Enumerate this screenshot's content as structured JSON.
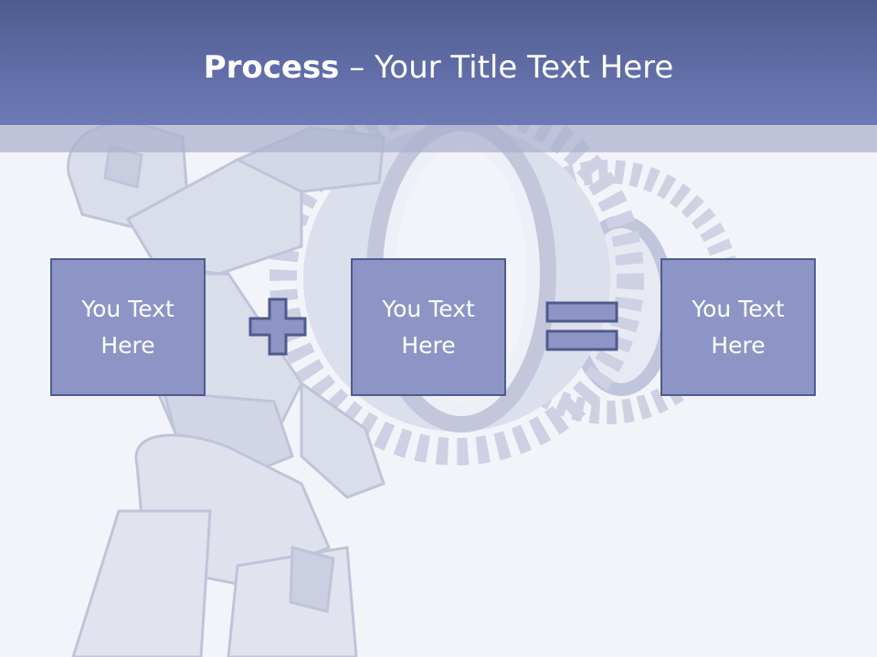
{
  "slide": {
    "title_bold": "Process",
    "title_rest": " – Your Title Text Here"
  },
  "process": {
    "boxes": [
      {
        "text": "You Text Here"
      },
      {
        "text": "You Text Here"
      },
      {
        "text": "You Text Here"
      }
    ],
    "operators": [
      "plus-icon",
      "equals-icon"
    ]
  },
  "colors": {
    "title_bar": "#5d6aa2",
    "title_strip": "#aab0cd",
    "box_fill": "#8c95c5",
    "box_border": "#4f5b8d",
    "background": "#f3f4f9"
  }
}
